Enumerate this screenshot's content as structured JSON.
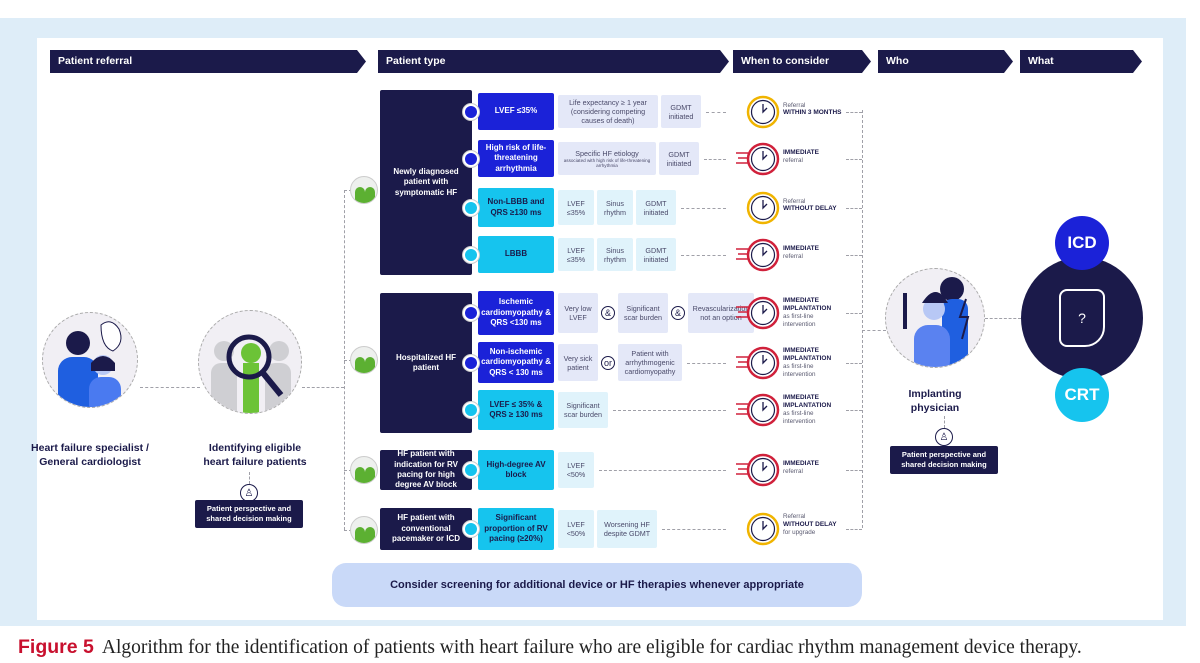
{
  "headers": [
    "Patient referral",
    "Patient type",
    "When to consider",
    "Who",
    "What"
  ],
  "referral": {
    "specialist_label": "Heart failure specialist / General cardiologist",
    "identify_label": "Identifying eligible heart failure patients",
    "shared_decision": "Patient perspective and shared decision making"
  },
  "groups": [
    {
      "label": "Newly diagnosed patient with symptomatic HF"
    },
    {
      "label": "Hospitalized HF patient"
    },
    {
      "label": "HF patient with indication for RV pacing for high degree AV block"
    },
    {
      "label": "HF patient with conventional pacemaker or ICD"
    }
  ],
  "rows": [
    {
      "type": "LVEF ≤35%",
      "style": "dark",
      "criteria": [
        {
          "text": "Life expectancy ≥ 1 year (considering competing causes of death)"
        },
        {
          "text": "GDMT initiated"
        }
      ],
      "urgency": "standard",
      "when": {
        "pre": "Referral",
        "bold": "WITHIN 3 MONTHS",
        "post": ""
      }
    },
    {
      "type": "High risk of life-threatening arrhythmia",
      "style": "dark",
      "criteria": [
        {
          "text": "Specific HF etiology",
          "note": "associated with high risk of life-threatening arrhythmia"
        },
        {
          "text": "GDMT initiated"
        }
      ],
      "urgency": "immediate",
      "when": {
        "pre": "",
        "bold": "IMMEDIATE",
        "post": "referral"
      }
    },
    {
      "type": "Non-LBBB and QRS ≥130 ms",
      "style": "cyan",
      "criteria": [
        {
          "text": "LVEF ≤35%"
        },
        {
          "text": "Sinus rhythm"
        },
        {
          "text": "GDMT initiated"
        }
      ],
      "urgency": "standard",
      "when": {
        "pre": "Referral",
        "bold": "WITHOUT DELAY",
        "post": ""
      }
    },
    {
      "type": "LBBB",
      "style": "cyan",
      "criteria": [
        {
          "text": "LVEF ≤35%"
        },
        {
          "text": "Sinus rhythm"
        },
        {
          "text": "GDMT initiated"
        }
      ],
      "urgency": "immediate",
      "when": {
        "pre": "",
        "bold": "IMMEDIATE",
        "post": "referral"
      }
    },
    {
      "type": "Ischemic cardiomyopathy & QRS <130 ms",
      "style": "dark",
      "criteria": [
        {
          "text": "Very low LVEF"
        },
        {
          "conn": "&"
        },
        {
          "text": "Significant scar burden"
        },
        {
          "conn": "&"
        },
        {
          "text": "Revascularization not an option"
        }
      ],
      "urgency": "immediate",
      "when": {
        "pre": "",
        "bold": "IMMEDIATE IMPLANTATION",
        "post": "as first-line intervention"
      }
    },
    {
      "type": "Non-ischemic cardiomyopathy & QRS < 130 ms",
      "style": "dark",
      "criteria": [
        {
          "text": "Very sick patient"
        },
        {
          "conn": "or"
        },
        {
          "text": "Patient with arrhythmogenic cardiomyopathy"
        }
      ],
      "urgency": "immediate",
      "when": {
        "pre": "",
        "bold": "IMMEDIATE IMPLANTATION",
        "post": "as first-line intervention"
      }
    },
    {
      "type": "LVEF ≤ 35% & QRS ≥ 130 ms",
      "style": "cyan",
      "criteria": [
        {
          "text": "Significant scar burden"
        }
      ],
      "urgency": "immediate",
      "when": {
        "pre": "",
        "bold": "IMMEDIATE IMPLANTATION",
        "post": "as first-line intervention"
      }
    },
    {
      "type": "High-degree AV block",
      "style": "cyan",
      "criteria": [
        {
          "text": "LVEF <50%"
        }
      ],
      "urgency": "immediate",
      "when": {
        "pre": "",
        "bold": "IMMEDIATE",
        "post": "referral"
      }
    },
    {
      "type": "Significant proportion of RV pacing (≥20%)",
      "style": "cyan",
      "criteria": [
        {
          "text": "LVEF <50%"
        },
        {
          "text": "Worsening HF despite GDMT"
        }
      ],
      "urgency": "standard",
      "when": {
        "pre": "Referral",
        "bold": "WITHOUT DELAY",
        "post": "for upgrade"
      }
    }
  ],
  "who": {
    "label": "Implanting physician",
    "shared_decision": "Patient perspective and shared decision making"
  },
  "what": {
    "icd": "ICD",
    "crt": "CRT",
    "device_symbol": "?"
  },
  "footer_pill": "Consider screening for additional device or HF therapies whenever appropriate",
  "caption": {
    "label": "Figure 5",
    "text": "Algorithm for the identification of patients with heart failure who are eligible for cardiac rhythm management device therapy."
  },
  "colors": {
    "navy": "#1b1a4a",
    "dark_blue": "#1b22d8",
    "cyan": "#16c4ee",
    "urgent_red": "#d0213b",
    "standard_gold": "#f0b400",
    "figure_red": "#c8102e"
  }
}
